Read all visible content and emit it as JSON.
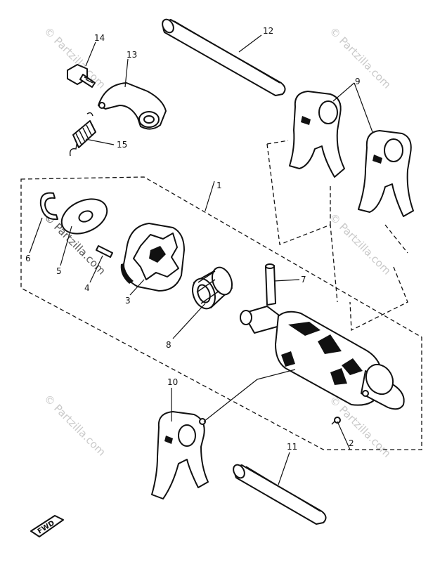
{
  "watermark": "© Partzilla.com",
  "callouts": {
    "c1": "1",
    "c2": "2",
    "c3": "3",
    "c4": "4",
    "c5": "5",
    "c6": "6",
    "c7": "7",
    "c8": "8",
    "c9": "9",
    "c10": "10",
    "c11": "11",
    "c12": "12",
    "c13": "13",
    "c14": "14",
    "c15": "15"
  },
  "direction_tag": "FWD"
}
